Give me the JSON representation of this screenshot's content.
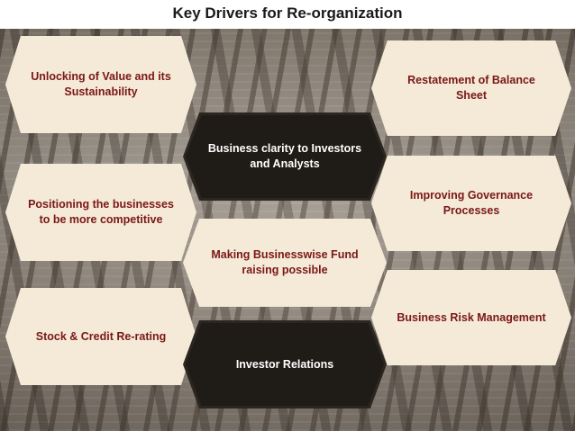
{
  "title": "Key Drivers for Re-organization",
  "left_drivers": [
    "Unlocking of Value and its Sustainability",
    "Positioning the businesses to be more competitive",
    "Stock & Credit Re-rating"
  ],
  "center_drivers": [
    "Business clarity to Investors and Analysts",
    "Making Businesswise Fund raising possible",
    "Investor Relations"
  ],
  "right_drivers": [
    "Restatement of Balance Sheet",
    "Improving Governance Processes",
    "Business Risk Management"
  ],
  "colors": {
    "light_box": "#f4ead7",
    "light_text": "#7a1717",
    "dark_box": "#1f1b16",
    "dark_text": "#ffffff"
  }
}
